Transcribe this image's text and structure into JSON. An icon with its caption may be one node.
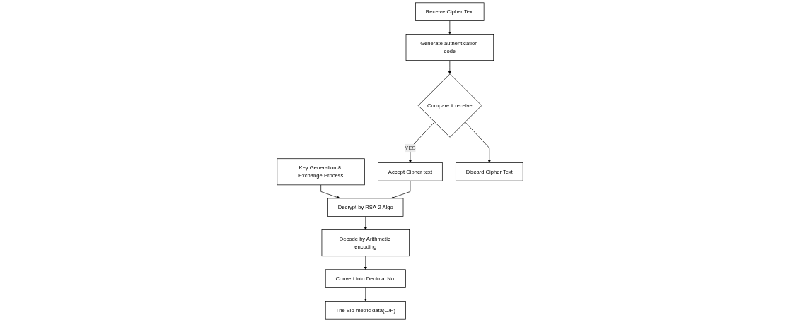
{
  "diagram": {
    "nodes": [
      {
        "text": [
          "Decrypt by RSA-2 Algo"
        ]
      },
      {
        "text": [
          "Decode by Arithmetic encoding"
        ]
      },
      {
        "text": [
          "Convert into Decimal No."
        ]
      },
      {
        "text": [
          "The Bio-metric data(O/P)"
        ]
      },
      {
        "text": [
          "Key Generation & Exchange Process"
        ]
      },
      {
        "text": [
          "Accept Cipher text"
        ]
      },
      {
        "text": [
          "Discard Cipher Text"
        ]
      },
      {
        "text": [
          "Compare it receive"
        ]
      },
      {
        "text": [
          "Generate authentication code"
        ]
      },
      {
        "text": [
          "Receive Cipher Text"
        ]
      }
    ],
    "edges": [
      {
        "from": 0,
        "to": 1,
        "arrow": "to"
      },
      {
        "from": 1,
        "to": 2,
        "arrow": "to"
      },
      {
        "from": 2,
        "to": 3,
        "arrow": "to"
      },
      {
        "from": 4,
        "to": 0,
        "arrow": "to"
      },
      {
        "from": 5,
        "to": 0,
        "arrow": "to"
      },
      {
        "from": 7,
        "to": 5,
        "arrow": "to",
        "label": "YES"
      },
      {
        "from": 7,
        "to": 6,
        "arrow": "to"
      },
      {
        "from": 8,
        "to": 7,
        "arrow": "to"
      },
      {
        "from": 9,
        "to": 8,
        "arrow": "to"
      }
    ]
  }
}
